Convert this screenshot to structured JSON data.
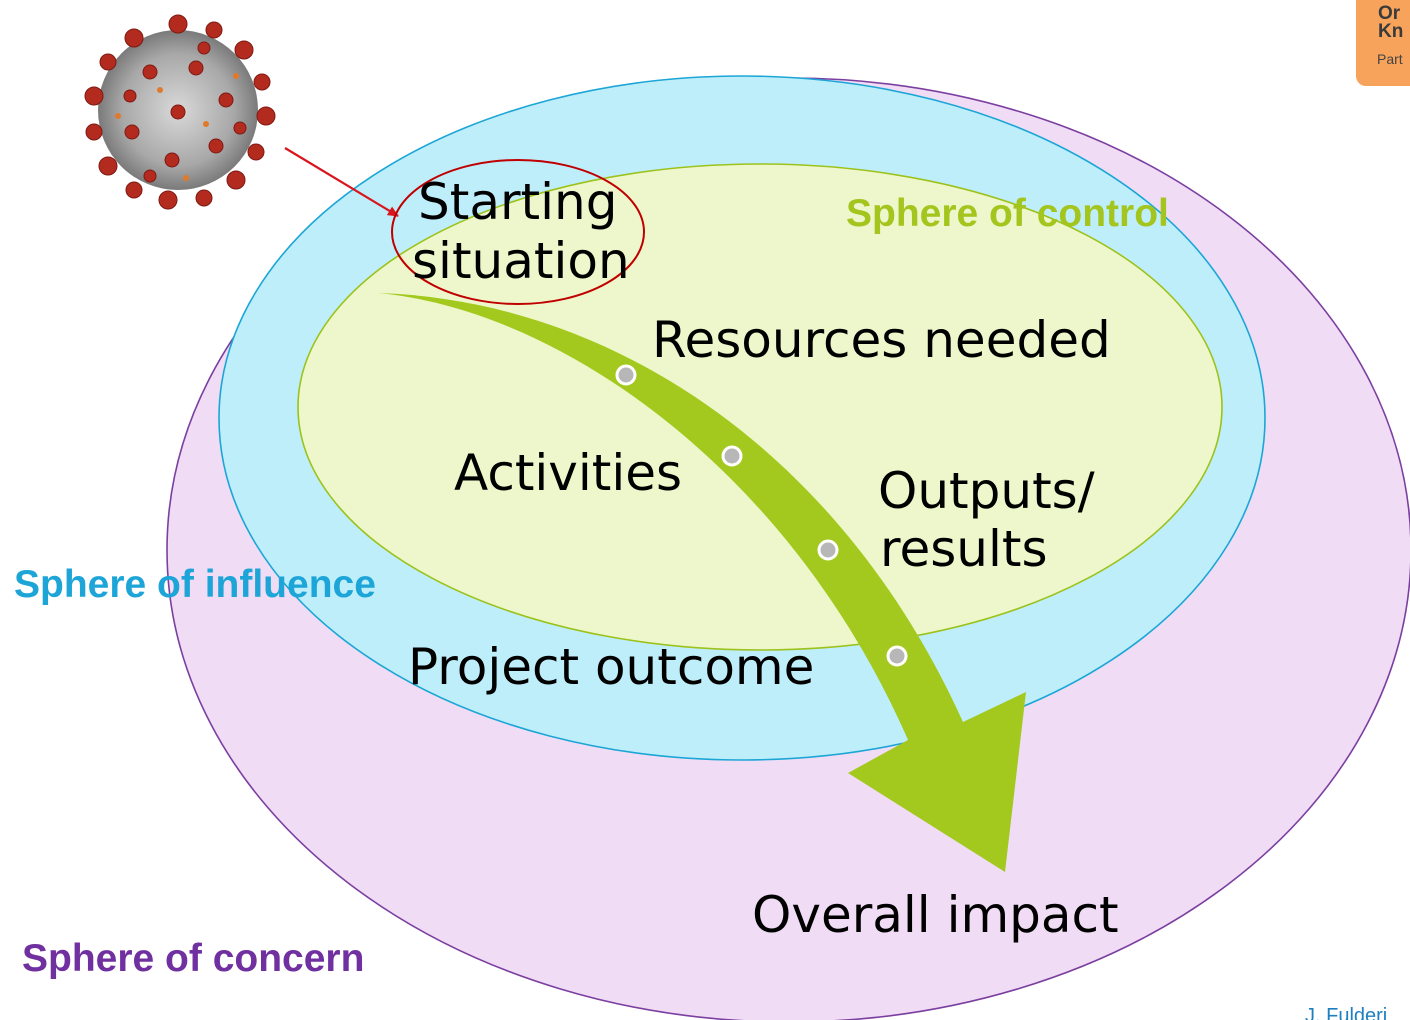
{
  "spheres": {
    "concern": "Sphere of concern",
    "influence": "Sphere of influence",
    "control": "Sphere of control"
  },
  "labels": {
    "starting_line1": "Starting",
    "starting_line2": "situation",
    "resources": "Resources needed",
    "activities": "Activities",
    "outputs_line1": "Outputs/",
    "outputs_line2": "results",
    "project_outcome": "Project outcome",
    "overall_impact": "Overall impact"
  },
  "logo": {
    "line1": "Or",
    "line2": "Kn",
    "line3": "Part"
  },
  "credit": "J. Fulderi",
  "colors": {
    "concern_fill": "#f0dcf5",
    "concern_stroke": "#7b3fa0",
    "influence_fill": "#bfeefb",
    "influence_stroke": "#1ba6d6",
    "control_fill": "#eef7cb",
    "control_stroke": "#9cc21c",
    "arrow": "#a3c91e",
    "concern_text": "#7030a0",
    "influence_text": "#1ea5d8",
    "control_text": "#a3c51d",
    "highlight_circle": "#c00000",
    "pointer_arrow": "#d9161e",
    "logo_bg": "#f7a35c"
  },
  "icons": {
    "virus": "coronavirus-image"
  }
}
